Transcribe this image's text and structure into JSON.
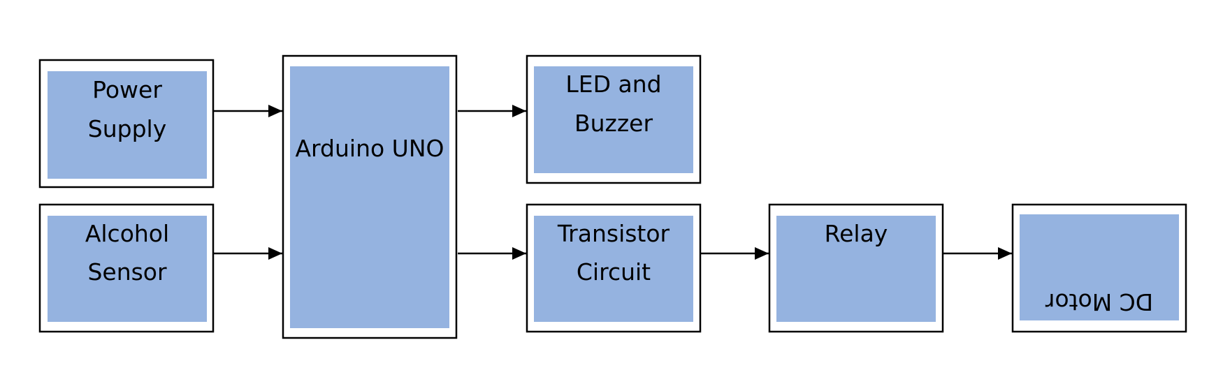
{
  "colors": {
    "box_fill": "#95B3E0",
    "box_border": "#000000",
    "connector": "#000000",
    "background": "#FFFFFF"
  },
  "blocks": {
    "power_supply": {
      "line1": "Power",
      "line2": "Supply"
    },
    "alcohol_sensor": {
      "line1": "Alcohol",
      "line2": "Sensor"
    },
    "arduino": {
      "label": "Arduino UNO"
    },
    "led_buzzer": {
      "line1": "LED and",
      "line2": "Buzzer"
    },
    "transistor": {
      "line1": "Transistor",
      "line2": "Circuit"
    },
    "relay": {
      "label": "Relay"
    },
    "dc_motor": {
      "label": "DC Motor",
      "rotated_180": true
    }
  },
  "connections": [
    {
      "from": "Power Supply",
      "to": "Arduino UNO"
    },
    {
      "from": "Alcohol Sensor",
      "to": "Arduino UNO"
    },
    {
      "from": "Arduino UNO",
      "to": "LED and Buzzer"
    },
    {
      "from": "Arduino UNO",
      "to": "Transistor Circuit"
    },
    {
      "from": "Transistor Circuit",
      "to": "Relay"
    },
    {
      "from": "Relay",
      "to": "DC Motor"
    }
  ]
}
